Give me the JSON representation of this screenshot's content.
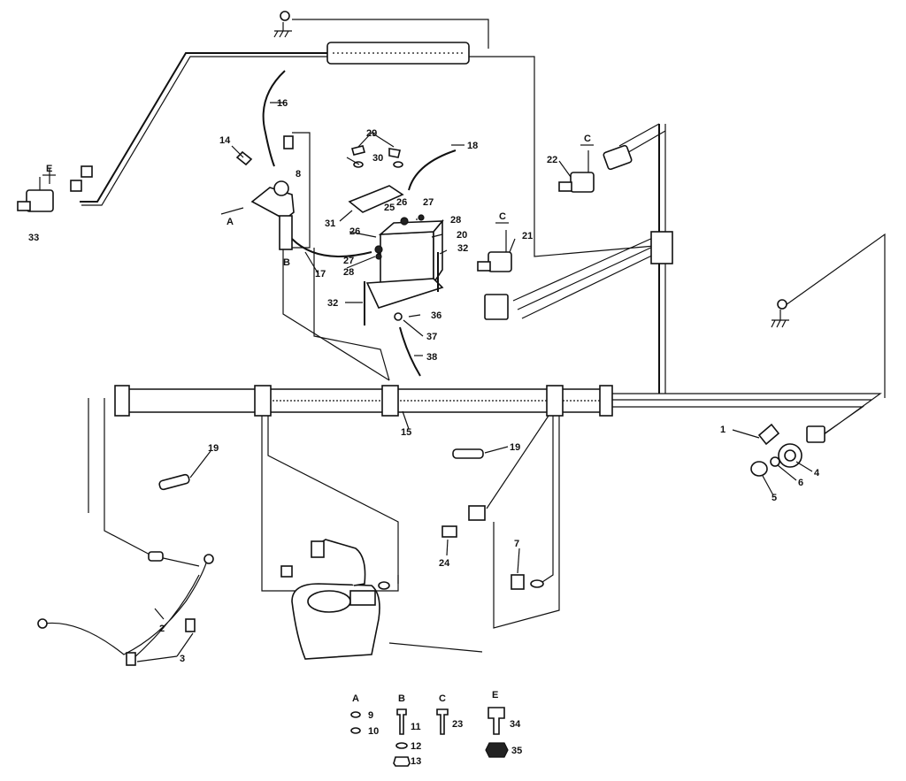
{
  "callouts": [
    {
      "id": "c1",
      "text": "1"
    },
    {
      "id": "c2",
      "text": "2"
    },
    {
      "id": "c3",
      "text": "3"
    },
    {
      "id": "c4",
      "text": "4"
    },
    {
      "id": "c5",
      "text": "5"
    },
    {
      "id": "c6",
      "text": "6"
    },
    {
      "id": "c7",
      "text": "7"
    },
    {
      "id": "c8",
      "text": "8"
    },
    {
      "id": "c14",
      "text": "14"
    },
    {
      "id": "c15",
      "text": "15"
    },
    {
      "id": "c16",
      "text": "16"
    },
    {
      "id": "c17",
      "text": "17"
    },
    {
      "id": "c18",
      "text": "18"
    },
    {
      "id": "c19a",
      "text": "19"
    },
    {
      "id": "c19b",
      "text": "19"
    },
    {
      "id": "c20",
      "text": "20"
    },
    {
      "id": "c21",
      "text": "21"
    },
    {
      "id": "c22",
      "text": "22"
    },
    {
      "id": "c24",
      "text": "24"
    },
    {
      "id": "c25",
      "text": "25"
    },
    {
      "id": "c26a",
      "text": "26"
    },
    {
      "id": "c26b",
      "text": "26"
    },
    {
      "id": "c27a",
      "text": "27"
    },
    {
      "id": "c27b",
      "text": "27"
    },
    {
      "id": "c28a",
      "text": "28"
    },
    {
      "id": "c28b",
      "text": "28"
    },
    {
      "id": "c29",
      "text": "29"
    },
    {
      "id": "c30",
      "text": "30"
    },
    {
      "id": "c31",
      "text": "31"
    },
    {
      "id": "c32a",
      "text": "32"
    },
    {
      "id": "c32b",
      "text": "32"
    },
    {
      "id": "c33",
      "text": "33"
    },
    {
      "id": "c36",
      "text": "36"
    },
    {
      "id": "c37",
      "text": "37"
    },
    {
      "id": "c38",
      "text": "38"
    }
  ],
  "refs": [
    {
      "id": "rA",
      "text": "A"
    },
    {
      "id": "rB",
      "text": "B"
    },
    {
      "id": "rC1",
      "text": "C"
    },
    {
      "id": "rC2",
      "text": "C"
    },
    {
      "id": "rE",
      "text": "E"
    }
  ],
  "legend": {
    "groups": [
      {
        "letter": "A",
        "items": [
          "9",
          "10"
        ]
      },
      {
        "letter": "B",
        "items": [
          "11",
          "12",
          "13"
        ]
      },
      {
        "letter": "C",
        "items": [
          "23"
        ]
      },
      {
        "letter": "E",
        "items": [
          "34",
          "35"
        ]
      }
    ]
  }
}
